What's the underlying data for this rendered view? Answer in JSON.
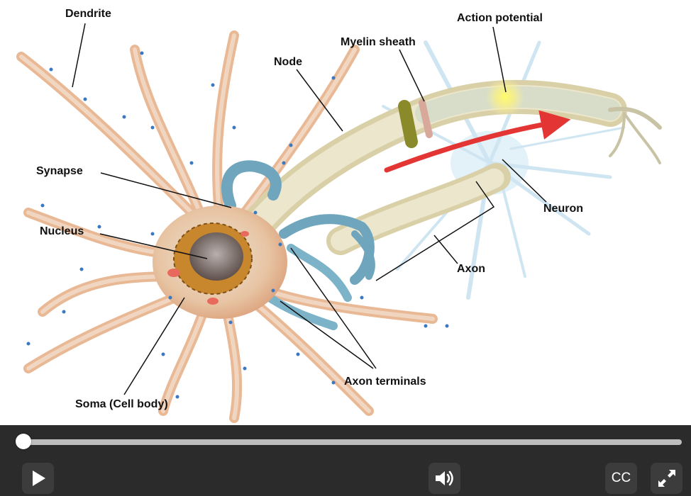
{
  "diagram": {
    "labels": {
      "dendrite": "Dendrite",
      "action_potential": "Action potential",
      "myelin_sheath": "Myelin sheath",
      "node": "Node",
      "synapse": "Synapse",
      "nucleus": "Nucleus",
      "neuron": "Neuron",
      "axon": "Axon",
      "axon_terminals": "Axon terminals",
      "soma": "Soma (Cell body)"
    }
  },
  "player": {
    "progress_fraction": 0,
    "play_icon": "play-icon",
    "volume_icon": "volume-icon",
    "cc_label": "CC",
    "fullscreen_icon": "fullscreen-icon"
  },
  "colors": {
    "player_background": "#2b2b2b",
    "button_background": "#3c3c3c",
    "progress_track": "#bdbdbd",
    "arrow_red": "#e43535",
    "glial_blue": "#6fa6bd",
    "soma_orange": "#e8b48c",
    "myelin_cream": "#e9e2c0"
  }
}
